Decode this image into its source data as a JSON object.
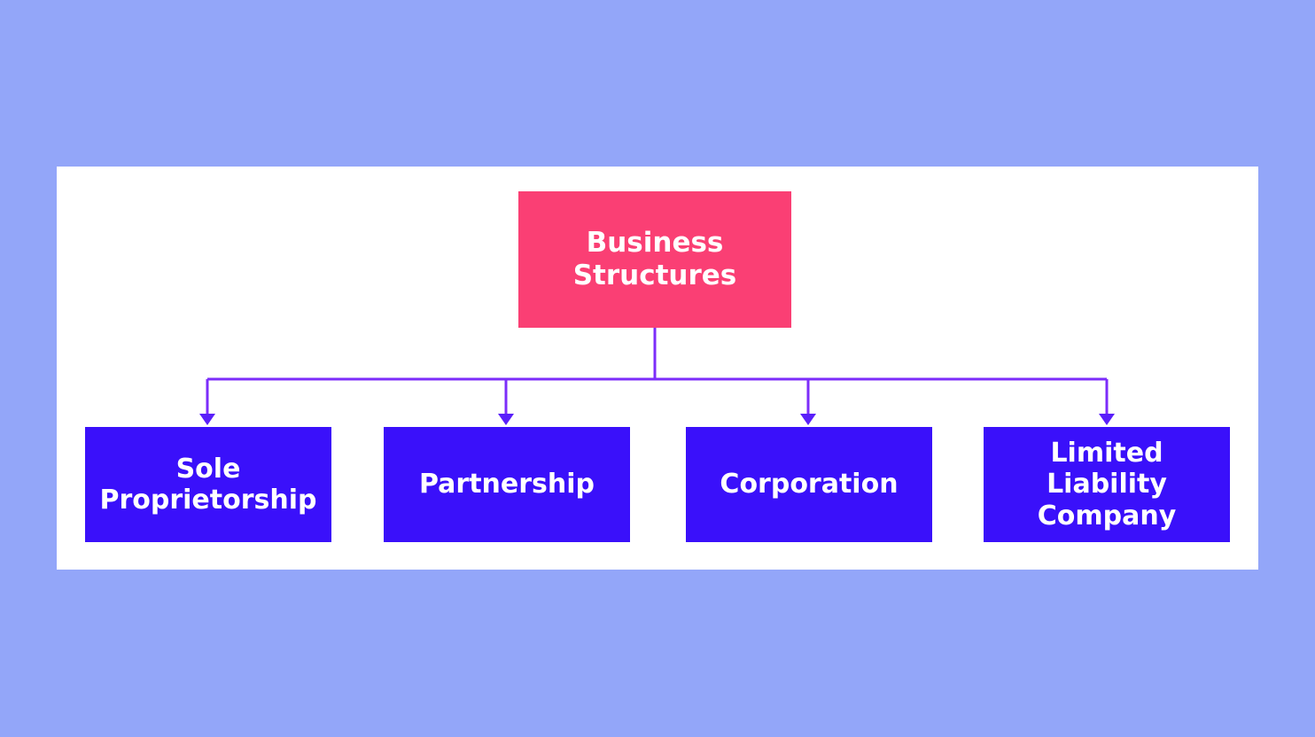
{
  "diagram": {
    "type": "organizational-tree",
    "title": "Business Structures",
    "canvas_background": "#ffffff",
    "page_background": "#93a6f9",
    "connector_color": "#7c2dfa",
    "root": {
      "label": "Business\nStructures",
      "color": "#fa3f74",
      "text_color": "#ffffff"
    },
    "children": [
      {
        "label": "Sole\nProprietorship",
        "color": "#3a10fa",
        "text_color": "#ffffff"
      },
      {
        "label": "Partnership",
        "color": "#3a10fa",
        "text_color": "#ffffff"
      },
      {
        "label": "Corporation",
        "color": "#3a10fa",
        "text_color": "#ffffff"
      },
      {
        "label": "Limited Liability\nCompany",
        "color": "#3a10fa",
        "text_color": "#ffffff"
      }
    ]
  }
}
